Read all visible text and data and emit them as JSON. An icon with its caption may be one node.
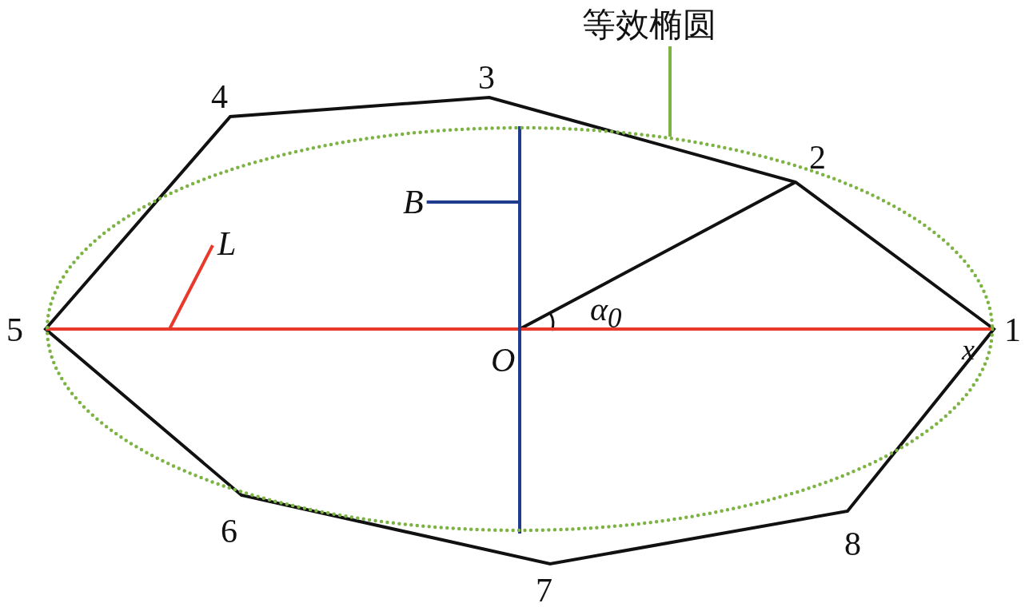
{
  "diagram": {
    "nodes": [
      {
        "text": [
          "等效椭圆"
        ]
      },
      {
        "text": [],
        "shape": "ellipse"
      },
      {
        "text": [
          "B"
        ],
        "in": 1
      },
      {
        "text": [
          "L"
        ],
        "in": 1
      },
      {
        "text": [],
        "shape": "line",
        "in": 1
      },
      {
        "text": [],
        "shape": "line",
        "in": 1
      }
    ],
    "edges": [
      {
        "from": 0,
        "to": 1,
        "arrow": "none",
        "color": "#7cb342"
      },
      {
        "from": 2,
        "to": 4,
        "arrow": "none",
        "color": "#1f3c8f"
      },
      {
        "from": 3,
        "to": 5,
        "arrow": "none",
        "color": "#e8392a"
      }
    ],
    "labels": [
      "3",
      "4",
      "2",
      "α$_{0}$",
      "5",
      "1",
      "O",
      "x",
      "6",
      "8",
      "7"
    ]
  }
}
